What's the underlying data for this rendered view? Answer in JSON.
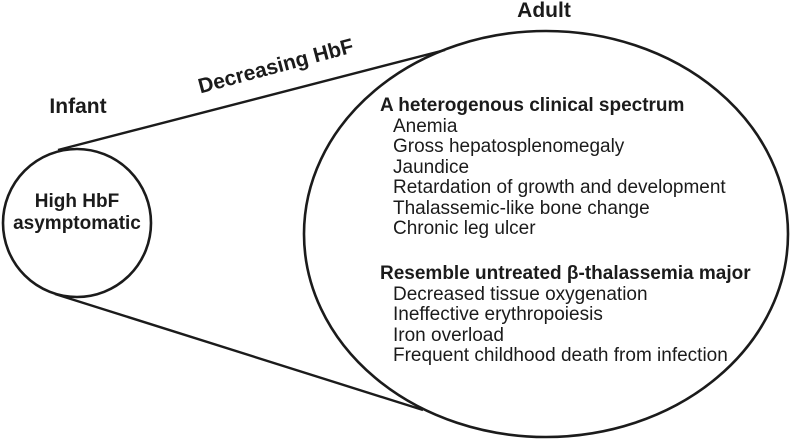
{
  "colors": {
    "ink": "#1b1b1b",
    "background": "#ffffff"
  },
  "labels": {
    "infant": "Infant",
    "adult": "Adult",
    "transition": "Decreasing HbF"
  },
  "infant_circle": {
    "line1": "High HbF",
    "line2": "asymptomatic"
  },
  "adult_circle": {
    "sections": [
      {
        "heading": "A heterogenous clinical spectrum",
        "items": [
          "Anemia",
          "Gross hepatosplenomegaly",
          "Jaundice",
          "Retardation of growth and development",
          "Thalassemic-like bone change",
          "Chronic leg ulcer"
        ]
      },
      {
        "heading": "Resemble untreated β-thalassemia major",
        "items": [
          "Decreased tissue oxygenation",
          "Ineffective erythropoiesis",
          "Iron overload",
          "Frequent childhood death from infection"
        ]
      }
    ]
  }
}
